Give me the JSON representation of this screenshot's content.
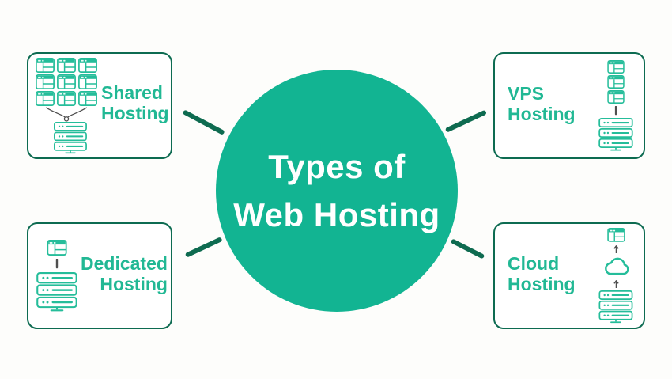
{
  "palette": {
    "page_bg": "#FDFDFB",
    "circle_fill": "#12B492",
    "title_text": "#FFFFFF",
    "label_text": "#21B894",
    "icon_stroke": "#25BD9A",
    "box_border": "#0D6B51",
    "box_bg": "#FFFFFF",
    "connector": "#0E6B50",
    "icon_dark": "#4F4F4F"
  },
  "center": {
    "title_line1": "Types of",
    "title_line2": "Web Hosting"
  },
  "cards": [
    {
      "id": "shared-hosting",
      "position": "top-left",
      "label": "Shared Hosting",
      "icons": [
        "browser-window-grid-3x3",
        "merge-lines",
        "server-stack"
      ]
    },
    {
      "id": "vps-hosting",
      "position": "top-right",
      "label": "VPS Hosting",
      "icons": [
        "browser-window-stack-3",
        "vertical-line",
        "server-stack"
      ]
    },
    {
      "id": "dedicated-hosting",
      "position": "bottom-left",
      "label": "Dedicated Hosting",
      "icons": [
        "browser-window",
        "vertical-line",
        "server-stack"
      ]
    },
    {
      "id": "cloud-hosting",
      "position": "bottom-right",
      "label": "Cloud Hosting",
      "icons": [
        "browser-window",
        "arrow-up",
        "cloud",
        "arrow-up",
        "server-stack"
      ]
    }
  ],
  "connectors": [
    "top-left",
    "top-right",
    "bottom-left",
    "bottom-right"
  ]
}
